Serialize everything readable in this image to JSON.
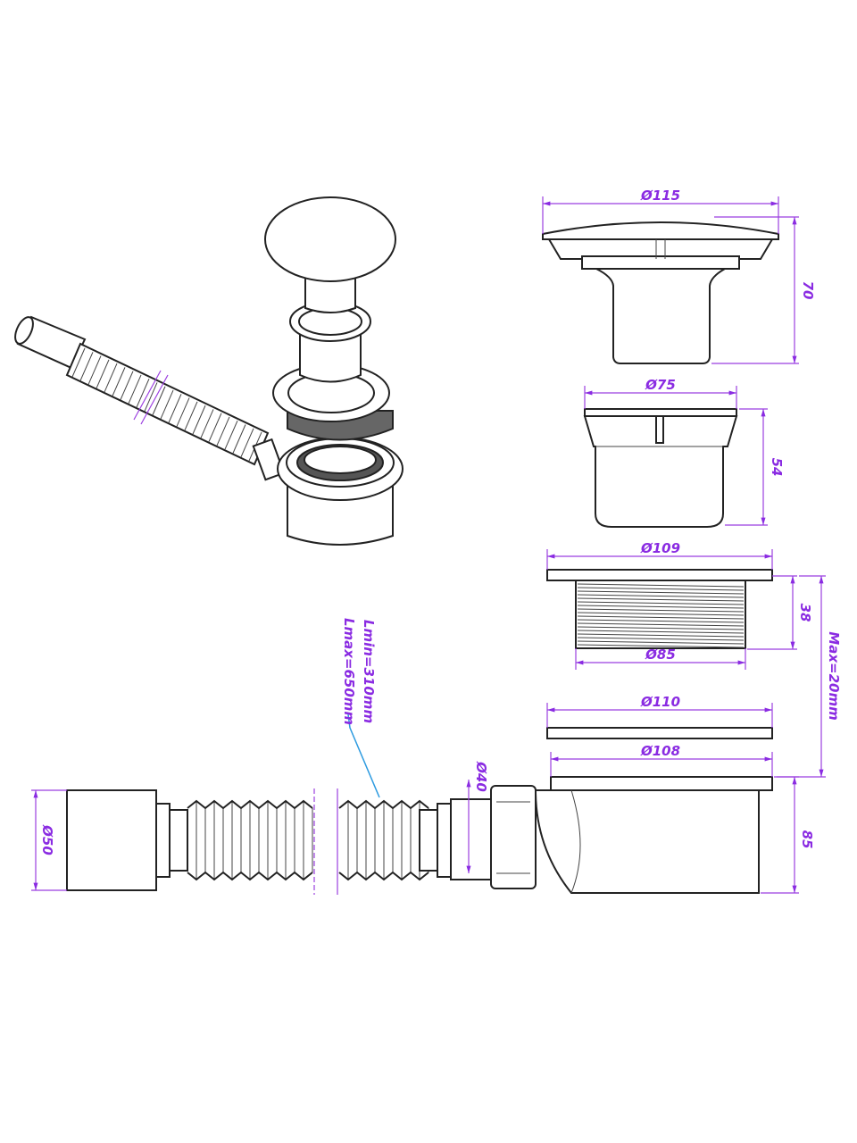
{
  "dimensions": {
    "cap_diameter": "Ø115",
    "cap_height": "70",
    "strainer_diameter": "Ø75",
    "strainer_height": "54",
    "flange_diameter": "Ø109",
    "thread_diameter": "Ø85",
    "thread_height": "38",
    "max_thickness": "Max=20mm",
    "gasket_diameter": "Ø110",
    "body_flange_diameter": "Ø108",
    "body_height": "85",
    "outlet_diameter": "Ø40",
    "hose_end_diameter": "Ø50",
    "hose_length_min": "Lmin=310mm",
    "hose_length_max": "Lmax=650mm"
  },
  "colors": {
    "dimension": "#8a2be2",
    "leader": "#2e9be0",
    "outline": "#222222"
  }
}
